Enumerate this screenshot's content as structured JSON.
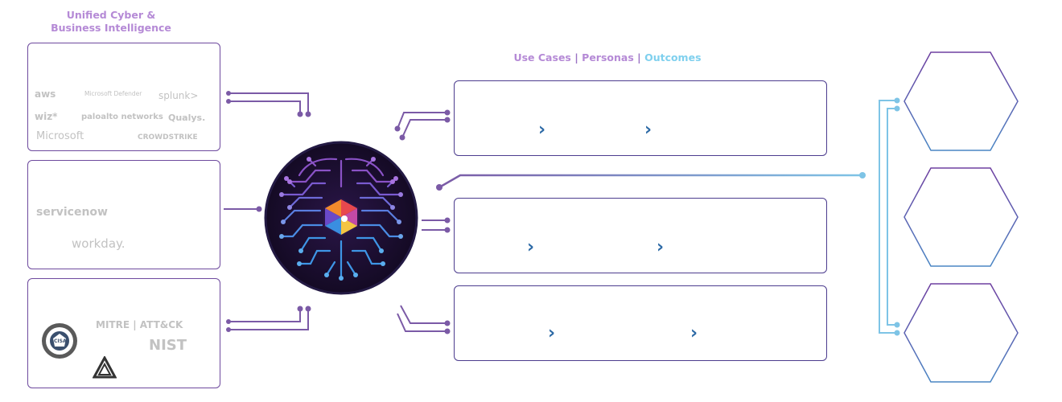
{
  "headings": {
    "sources_line1": "Unified Cyber &",
    "sources_line2": "Business Intelligence",
    "use_cases": "Use Cases",
    "separator": "|",
    "personas": "Personas",
    "outcomes": "Outcomes"
  },
  "source_groups": [
    {
      "logos": [
        "aws",
        "Microsoft Defender",
        "splunk>",
        "wiz*",
        "paloalto networks",
        "Qualys.",
        "Microsoft",
        "CROWDSTRIKE"
      ]
    },
    {
      "logos": [
        "servicenow",
        "workday."
      ]
    },
    {
      "logos": [
        "CISA",
        "MITRE | ATT&CK",
        "NIST"
      ]
    }
  ],
  "use_case_rows": [
    {
      "arrows": [
        "›",
        "›"
      ]
    },
    {
      "arrows": [
        "›",
        "›"
      ]
    },
    {
      "arrows": [
        "›",
        "›"
      ]
    }
  ],
  "icons": {
    "hub": "brain-circuit-icon",
    "hub_logo": "logo-mark-icon",
    "arrow": "chevron-right-icon",
    "outcome": "hexagon-icon",
    "seal": "cisa-seal-icon",
    "triangle": "triangle-logo-icon"
  },
  "colors": {
    "purple": "#7b5aa6",
    "blue": "#7ec4e6",
    "hub_dark": "#1a0f2e",
    "heading_purple": "#b58ad6",
    "heading_blue": "#7fd0ee"
  }
}
